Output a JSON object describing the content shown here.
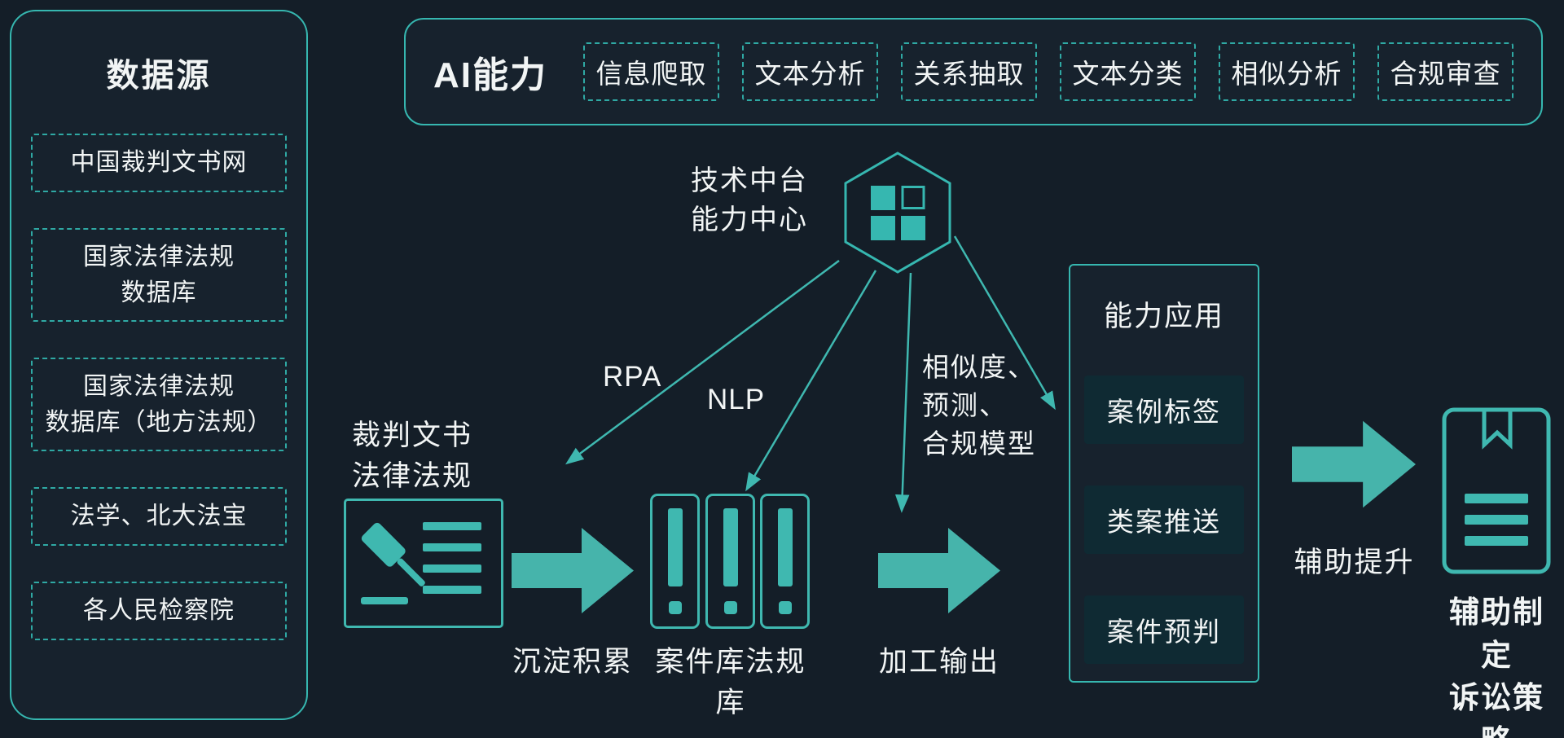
{
  "colors": {
    "background": "#141e28",
    "teal_line": "#36b7b0",
    "teal_icon": "#3fb8b0",
    "arrow_fill": "#46b4ab",
    "dark_box": "#0f2a33",
    "text": "#f2f5f5"
  },
  "data_sources": {
    "title": "数据源",
    "items": [
      "中国裁判文书网",
      "国家法律法规\n数据库",
      "国家法律法规\n数据库（地方法规）",
      "法学、北大法宝",
      "各人民检察院"
    ]
  },
  "ai_capabilities": {
    "title": "AI能力",
    "items": [
      "信息爬取",
      "文本分析",
      "关系抽取",
      "文本分类",
      "相似分析",
      "合规审查"
    ]
  },
  "platform": {
    "label": "技术中台\n能力中心"
  },
  "connector_labels": {
    "rpa": "RPA",
    "nlp": "NLP",
    "model": "相似度、\n预测、\n合规模型"
  },
  "flow": {
    "doc_label": "裁判文书\n法律法规",
    "step1_label": "沉淀积累",
    "step2_label": "案件库法规库",
    "step3_label": "加工输出",
    "assist_label": "辅助提升",
    "final_label": "辅助制定\n诉讼策略"
  },
  "capability_app": {
    "title": "能力应用",
    "items": [
      "案例标签",
      "类案推送",
      "案件预判"
    ]
  }
}
